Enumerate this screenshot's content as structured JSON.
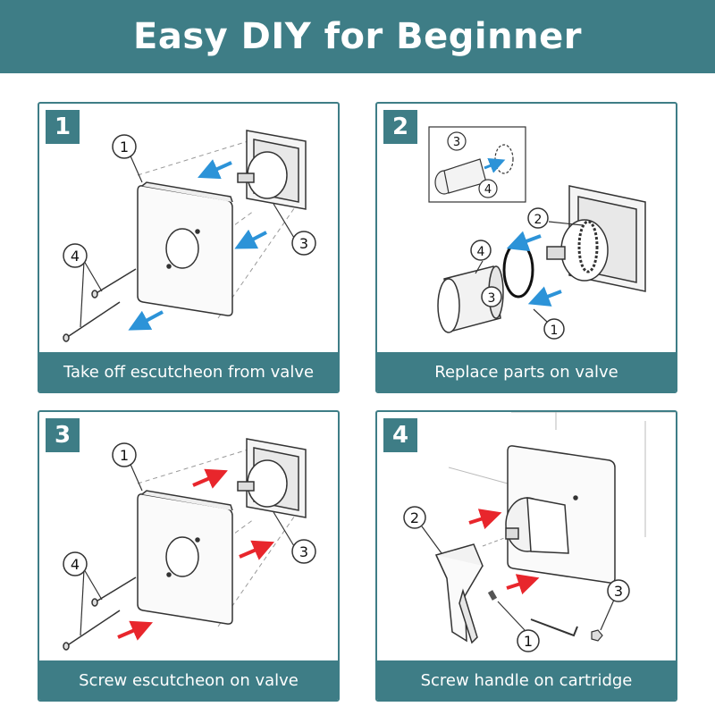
{
  "header": {
    "title": "Easy DIY for Beginner"
  },
  "colors": {
    "teal": "#3e7d86",
    "blue_arrow": "#2c93d8",
    "red_arrow": "#e8262c"
  },
  "panels": [
    {
      "number": "1",
      "caption": "Take off escutcheon from valve",
      "callouts": [
        "1",
        "3",
        "4"
      ]
    },
    {
      "number": "2",
      "caption": "Replace parts on valve",
      "callouts": [
        "3",
        "4",
        "2",
        "4",
        "3",
        "1"
      ]
    },
    {
      "number": "3",
      "caption": "Screw escutcheon on valve",
      "callouts": [
        "1",
        "3",
        "4"
      ]
    },
    {
      "number": "4",
      "caption": "Screw handle on cartridge",
      "callouts": [
        "2",
        "3",
        "1"
      ]
    }
  ]
}
